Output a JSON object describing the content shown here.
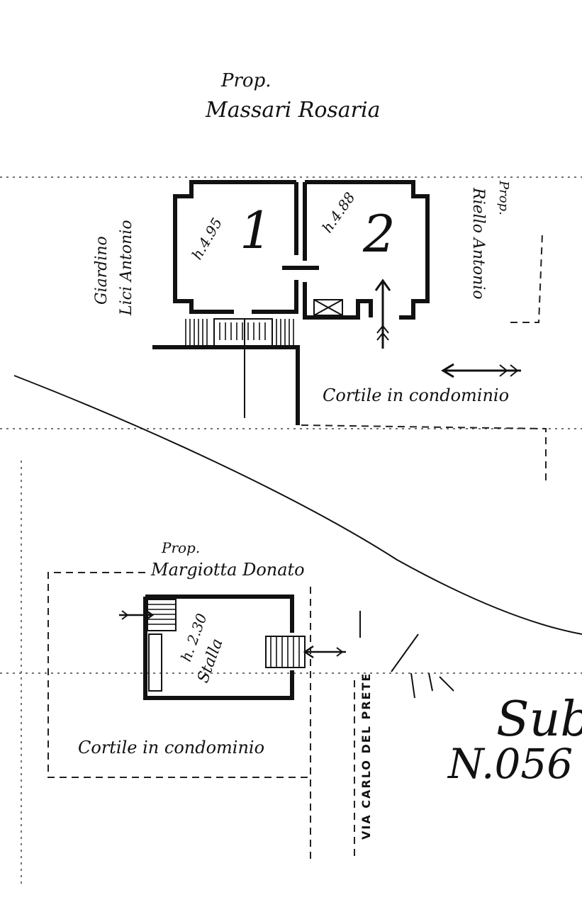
{
  "top_owner": {
    "prefix": "Prop.",
    "name": "Massari Rosaria"
  },
  "left_owner": {
    "title": "Giardino",
    "name": "Lici Antonio"
  },
  "right_owner": {
    "prefix": "Prop.",
    "name": "Riello Antonio"
  },
  "rooms": [
    {
      "number": "1",
      "height": "h.4.95"
    },
    {
      "number": "2",
      "height": "h.4.88"
    }
  ],
  "upper_courtyard": "Cortile in condominio",
  "lower_owner": {
    "prefix": "Prop.",
    "name": "Margiotta Donato"
  },
  "stall": {
    "height": "h. 2.30",
    "label": "Stalla"
  },
  "lower_courtyard": "Cortile in condominio",
  "street": "VIA CARLO DEL PRETE",
  "sub_label": "Sub",
  "sub_number": "N.056"
}
